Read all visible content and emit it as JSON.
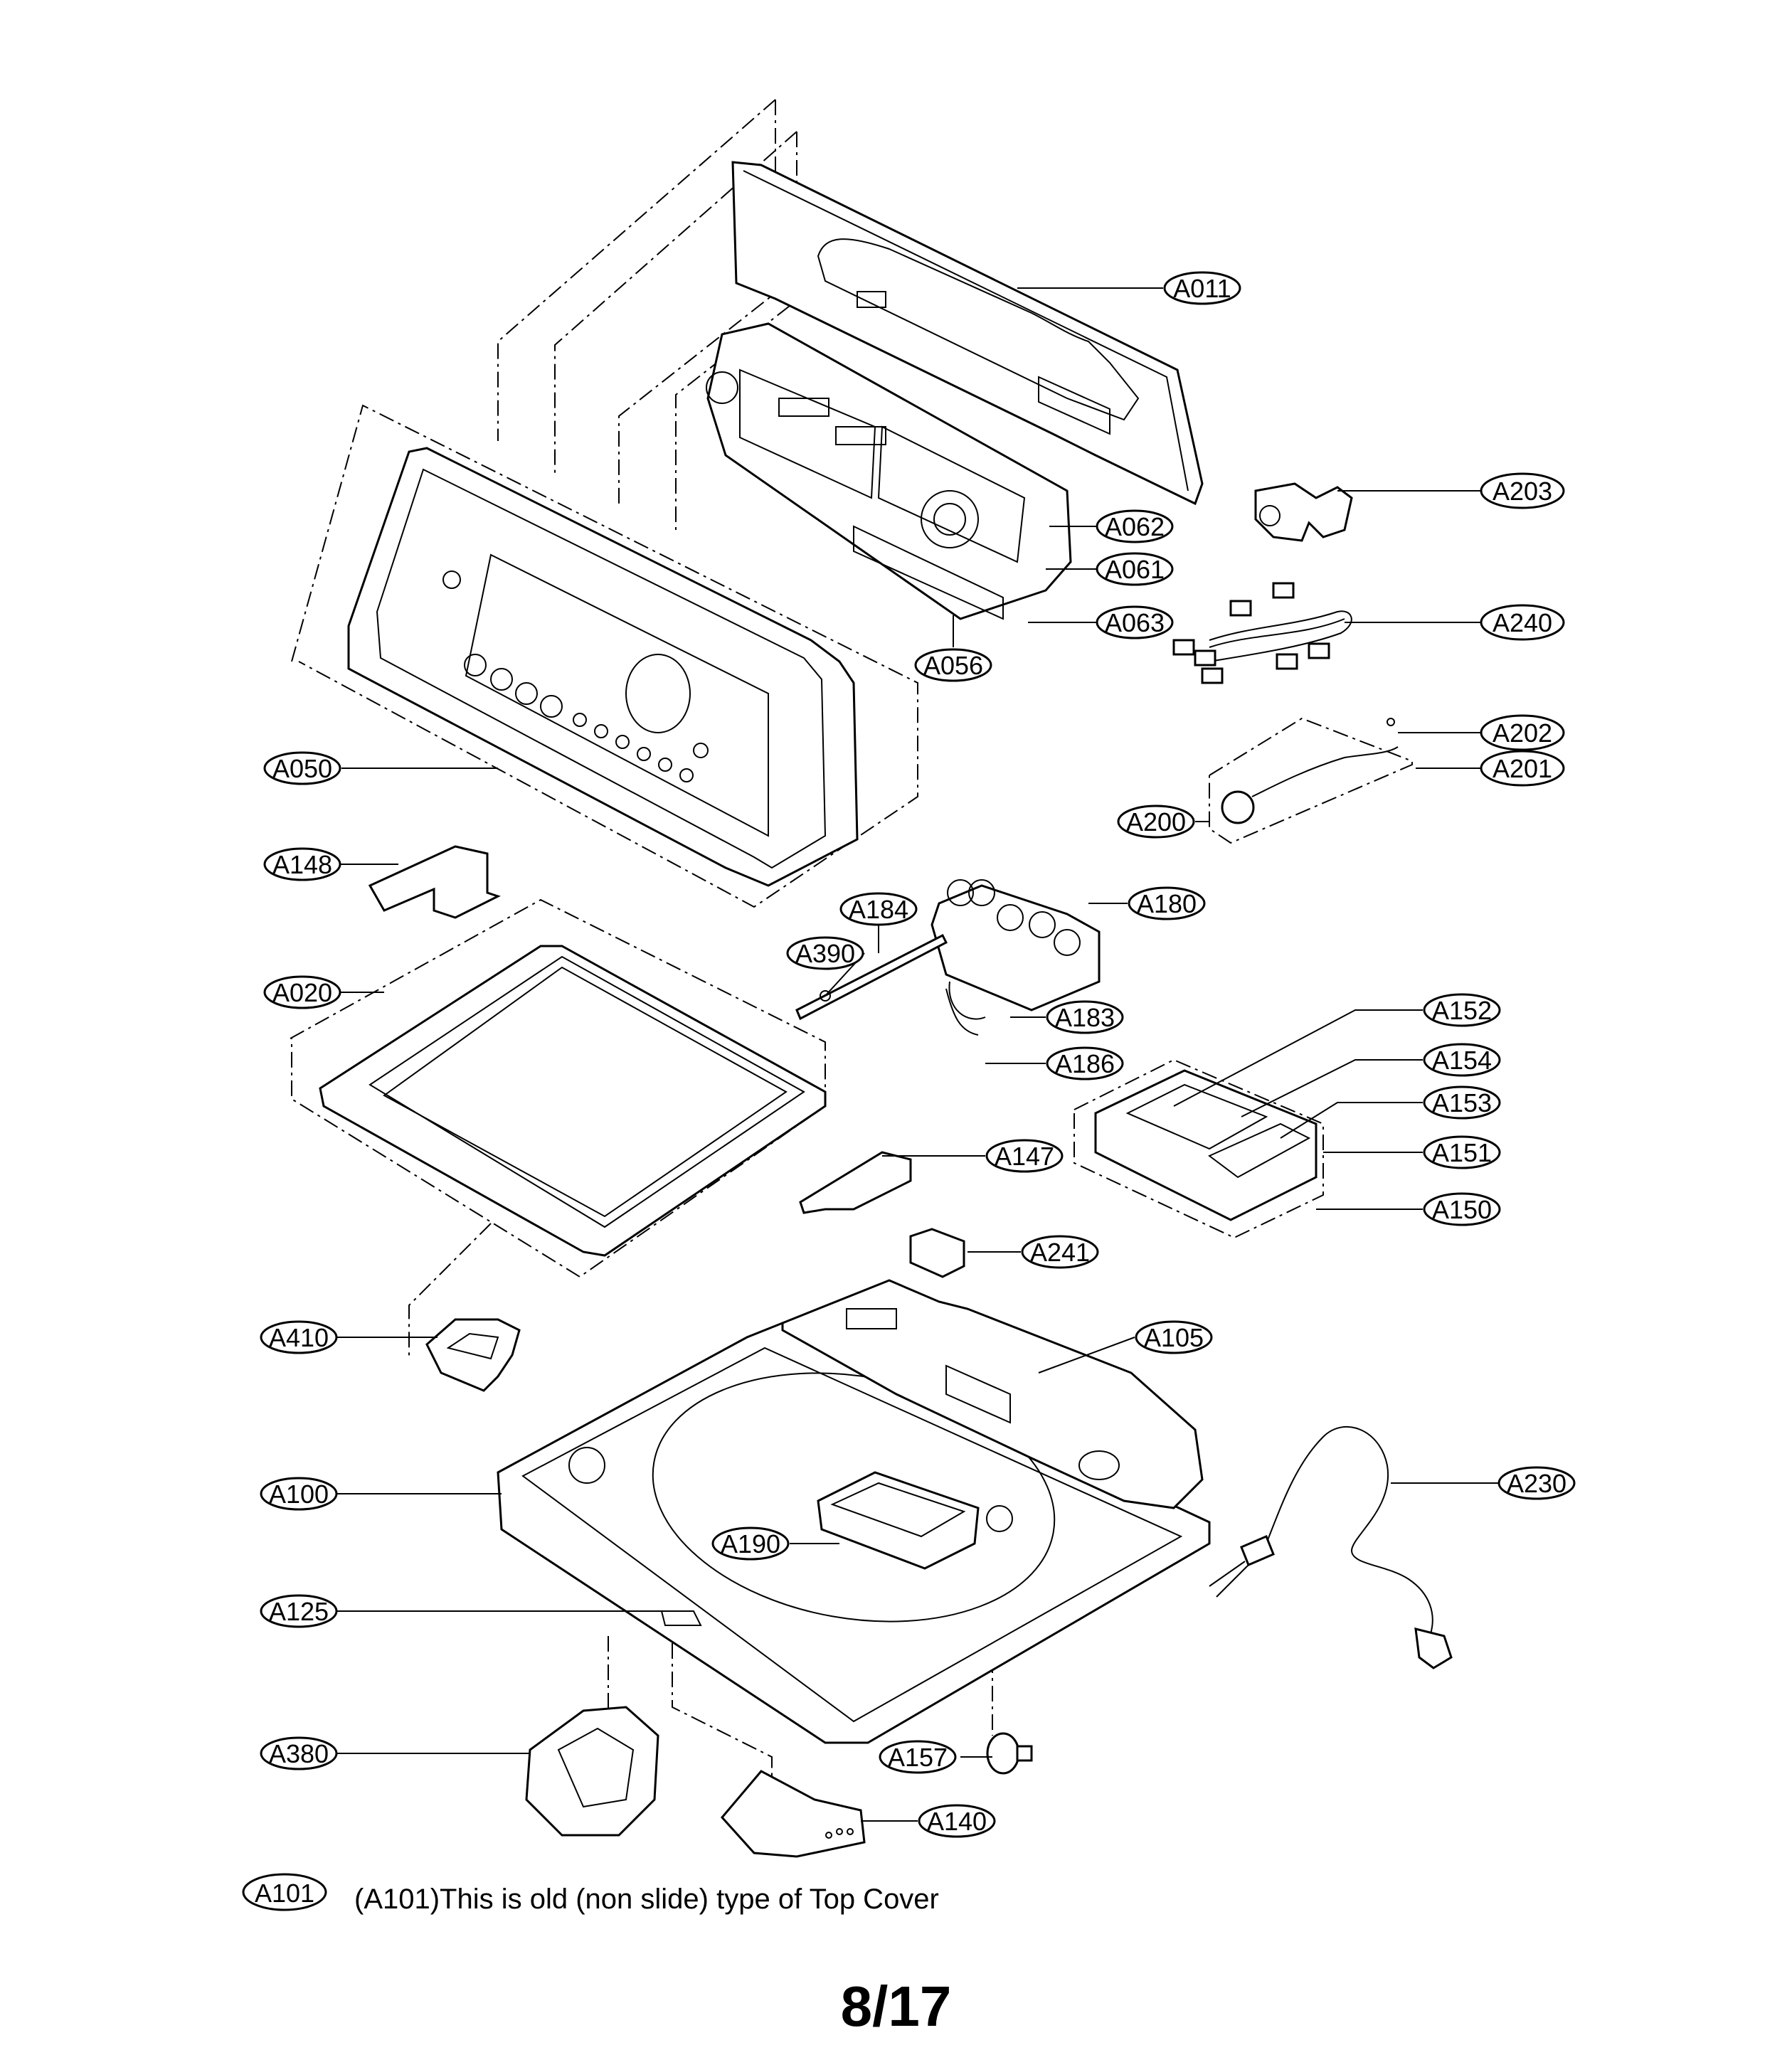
{
  "labels": {
    "A011": "A011",
    "A203": "A203",
    "A062": "A062",
    "A061": "A061",
    "A063": "A063",
    "A056": "A056",
    "A240": "A240",
    "A050": "A050",
    "A202": "A202",
    "A201": "A201",
    "A200": "A200",
    "A148": "A148",
    "A184": "A184",
    "A180": "A180",
    "A390": "A390",
    "A020": "A020",
    "A183": "A183",
    "A186": "A186",
    "A152": "A152",
    "A154": "A154",
    "A153": "A153",
    "A151": "A151",
    "A147": "A147",
    "A150": "A150",
    "A241": "A241",
    "A410": "A410",
    "A105": "A105",
    "A100": "A100",
    "A230": "A230",
    "A190": "A190",
    "A125": "A125",
    "A157": "A157",
    "A380": "A380",
    "A140": "A140",
    "A101": "A101"
  },
  "footnote": "(A101)This is old (non slide) type of Top Cover",
  "page_number": "8/17"
}
